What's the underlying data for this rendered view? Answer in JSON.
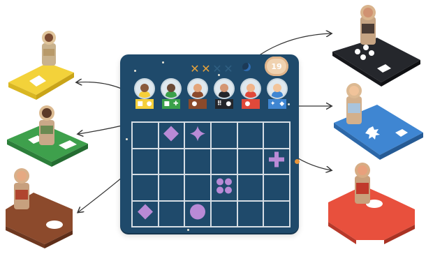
{
  "board": {
    "level_number": "19",
    "tokens": [
      {
        "color": "#e6a23c",
        "active": true
      },
      {
        "color": "#e6a23c",
        "active": true
      },
      {
        "color": "#2f5f82",
        "active": false
      },
      {
        "color": "#2f5f82",
        "active": false
      }
    ],
    "grid_cols": 6,
    "grid_rows": 4,
    "shape_color": "#b98ad6",
    "grid_shapes": [
      {
        "row": 0,
        "col": 1,
        "type": "diamond"
      },
      {
        "row": 0,
        "col": 2,
        "type": "star4"
      },
      {
        "row": 1,
        "col": 5,
        "type": "cross"
      },
      {
        "row": 2,
        "col": 3,
        "type": "four-dots"
      },
      {
        "row": 3,
        "col": 0,
        "type": "diamond"
      },
      {
        "row": 3,
        "col": 2,
        "type": "circle"
      }
    ]
  },
  "astronauts": [
    {
      "name": "yellow",
      "color": "#f5cf3a",
      "skin": "#8a5a3c",
      "tag": [
        "■",
        "●"
      ]
    },
    {
      "name": "green",
      "color": "#3aa04a",
      "skin": "#6b4a36",
      "tag": [
        "■",
        "✚"
      ]
    },
    {
      "name": "brown",
      "color": "#8b4a2b",
      "skin": "#e3a57a",
      "tag": [
        "●",
        ""
      ]
    },
    {
      "name": "black",
      "color": "#24262b",
      "skin": "#d49673",
      "tag": [
        "⠿",
        "●"
      ]
    },
    {
      "name": "red",
      "color": "#e0493a",
      "skin": "#f0b48a",
      "tag": [
        "●",
        ""
      ]
    },
    {
      "name": "blue",
      "color": "#3f86d2",
      "skin": "#f2c49a",
      "tag": [
        "✦",
        "◆"
      ]
    }
  ]
}
